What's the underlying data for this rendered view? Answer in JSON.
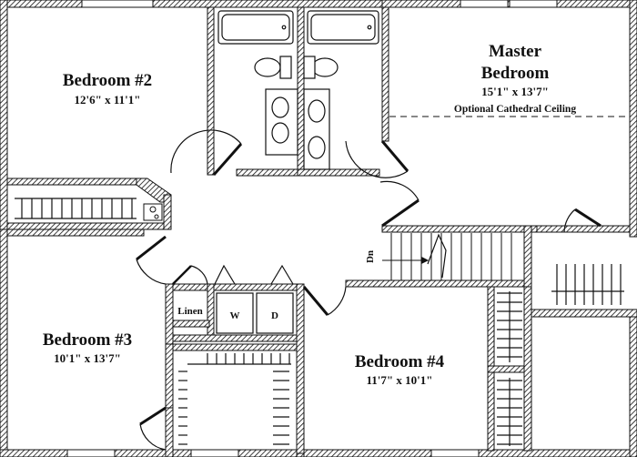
{
  "rooms": {
    "bedroom2": {
      "name": "Bedroom #2",
      "dims": "12'6\" x 11'1\""
    },
    "master": {
      "name_line1": "Master",
      "name_line2": "Bedroom",
      "dims": "15'1\" x 13'7\"",
      "note": "Optional Cathedral Ceiling"
    },
    "bedroom3": {
      "name": "Bedroom #3",
      "dims": "10'1\" x 13'7\""
    },
    "bedroom4": {
      "name": "Bedroom #4",
      "dims": "11'7\" x 10'1\""
    }
  },
  "fixtures": {
    "linen": "Linen",
    "washer": "W",
    "dryer": "D",
    "stair_down": "Dn"
  },
  "colors": {
    "line": "#111111",
    "hatch": "#111111",
    "background": "#ffffff"
  }
}
